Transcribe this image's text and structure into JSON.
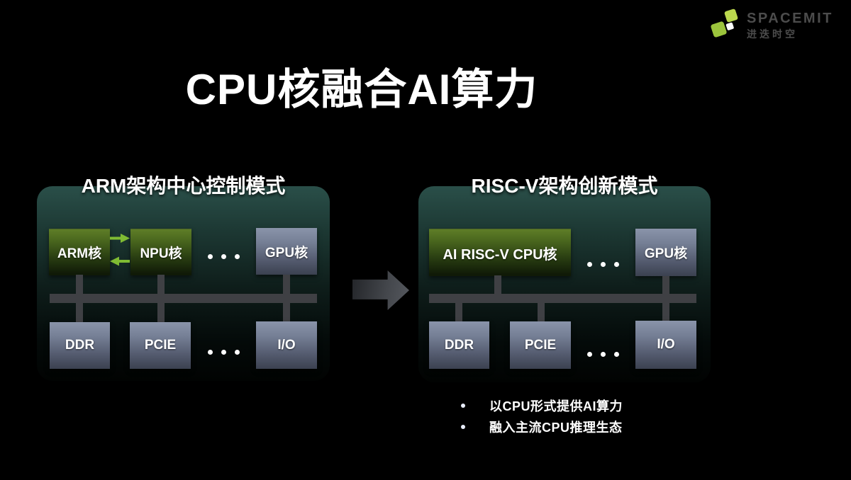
{
  "brand": {
    "name": "SPACEMIT",
    "name_cn": "进迭时空"
  },
  "slide_title": "CPU核融合AI算力",
  "left_panel": {
    "title": "ARM架构中心控制模式",
    "boxes": {
      "arm": "ARM核",
      "npu": "NPU核",
      "gpu": "GPU核",
      "ddr": "DDR",
      "pcie": "PCIE",
      "io": "I/O"
    },
    "ellipsis": "..."
  },
  "right_panel": {
    "title": "RISC-V架构创新模式",
    "boxes": {
      "cpu": "AI RISC-V CPU核",
      "gpu": "GPU核",
      "ddr": "DDR",
      "pcie": "PCIE",
      "io": "I/O"
    },
    "ellipsis": "..."
  },
  "bullets": {
    "items": [
      "以CPU形式提供AI算力",
      "融入主流CPU推理生态"
    ]
  },
  "colors": {
    "background": "#000000",
    "panel_teal_top": "#2a4f49",
    "chip_green_top": "#5e7d27",
    "chip_slate_top": "#8a94aa",
    "bus_gray": "#3f4044",
    "arrow_green": "#7fbb33",
    "transform_arrow_gray": "#56595f",
    "logo_green": "#9cc43c",
    "logo_green_light": "#bcd94e",
    "logo_text_gray": "#4c4c4c"
  }
}
